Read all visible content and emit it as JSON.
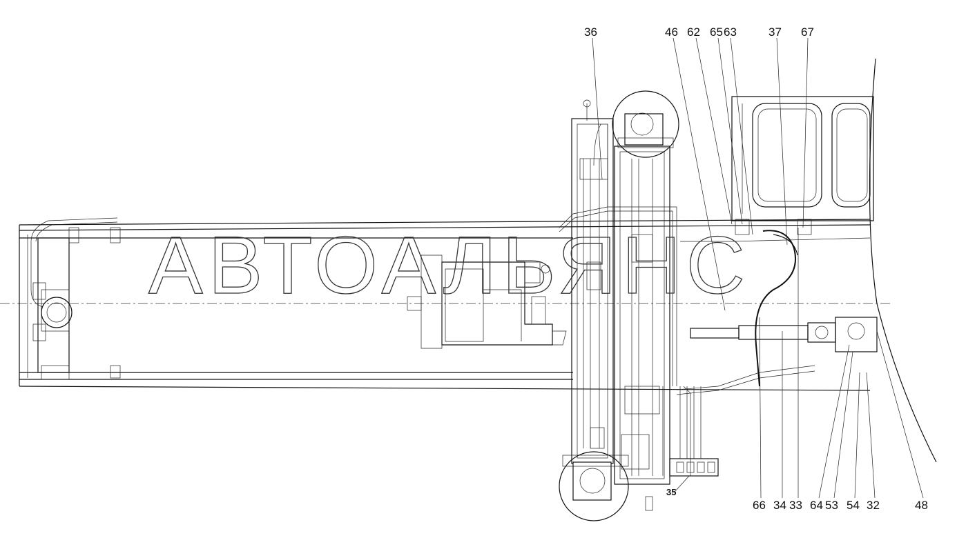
{
  "watermark": "АВТОАЛЬЯНС",
  "labels": {
    "top": [
      "36",
      "46",
      "62",
      "65",
      "63",
      "37",
      "67"
    ],
    "bottom": [
      "66",
      "34",
      "33",
      "64",
      "53",
      "54",
      "32",
      "48"
    ],
    "small": "35"
  }
}
